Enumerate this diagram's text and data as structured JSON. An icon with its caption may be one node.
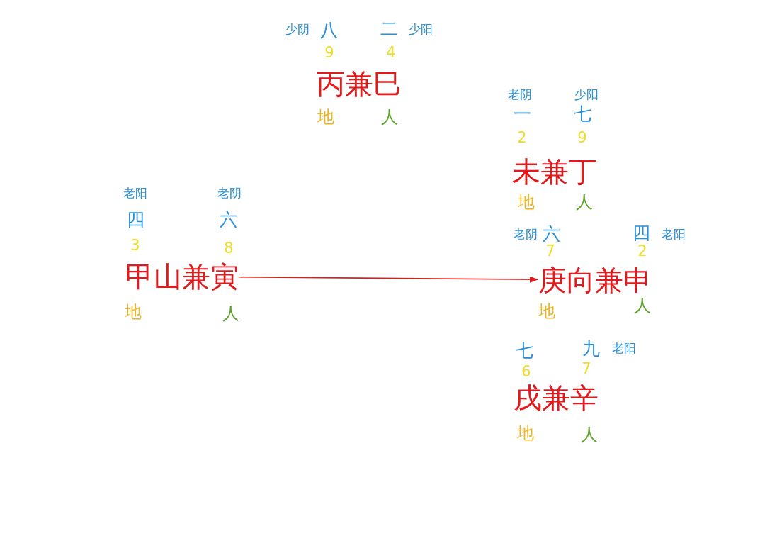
{
  "diagram": {
    "nodes": [
      {
        "text": [
          "甲山兼寅"
        ],
        "beside": [
          "老阳",
          "老阴",
          "四",
          "六",
          "3",
          "8",
          "地",
          "人"
        ]
      },
      {
        "text": [
          "庚向兼申"
        ],
        "beside": [
          "老阴",
          "六",
          "四",
          "老阳",
          "7",
          "2",
          "地",
          "人"
        ]
      }
    ],
    "edges": [
      {
        "from": 0,
        "to": 1,
        "arrow": "to"
      }
    ],
    "labels": [
      "少阴",
      "八",
      "二",
      "少阳",
      "9",
      "4",
      "丙兼巳",
      "地",
      "人",
      "老阴",
      "少阳",
      "一",
      "七",
      "2",
      "9",
      "未兼丁",
      "地",
      "人",
      "七",
      "九",
      "老阳",
      "6",
      "7",
      "戌兼辛",
      "地",
      "人"
    ]
  }
}
